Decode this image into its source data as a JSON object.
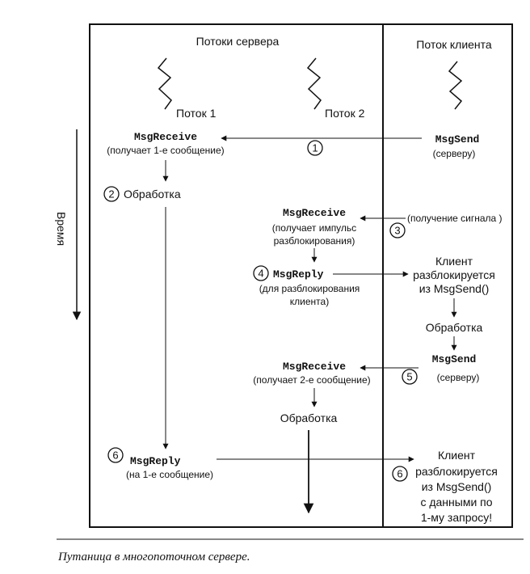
{
  "columns": {
    "server_title": "Потоки сервера",
    "client_title": "Поток клиента",
    "thread1": "Поток 1",
    "thread2": "Поток 2"
  },
  "time_label": "Время",
  "steps": {
    "s1": {
      "number": "1",
      "receive": "MsgReceive",
      "receive_note": "(получает 1-е сообщение)",
      "send": "MsgSend",
      "send_note": "(серверу)"
    },
    "s2": {
      "number": "2",
      "label": "Обработка"
    },
    "s3": {
      "number": "3",
      "receive": "MsgReceive",
      "receive_note_1": "(получает импульс",
      "receive_note_2": "разблокирования)",
      "signal_note": "(получение сигнала )"
    },
    "s4": {
      "number": "4",
      "reply": "MsgReply",
      "reply_note_1": "(для разблокирования",
      "reply_note_2": "клиента)",
      "client_1": "Клиент",
      "client_2": "разблокируется",
      "client_3": "из MsgSend()",
      "processing": "Обработка"
    },
    "s5": {
      "number": "5",
      "receive": "MsgReceive",
      "receive_note": "(получает 2-е сообщение)",
      "send": "MsgSend",
      "send_note": "(серверу)",
      "processing": "Обработка"
    },
    "s6": {
      "number_left": "6",
      "number_right": "6",
      "reply": "MsgReply",
      "reply_note": "(на 1-е сообщение)",
      "client_1": "Клиент",
      "client_2": "разблокируется",
      "client_3": "из MsgSend()",
      "client_4": "с данными по",
      "client_5": "1-му запросу!"
    }
  },
  "caption": "Путаница в многопоточном сервере."
}
